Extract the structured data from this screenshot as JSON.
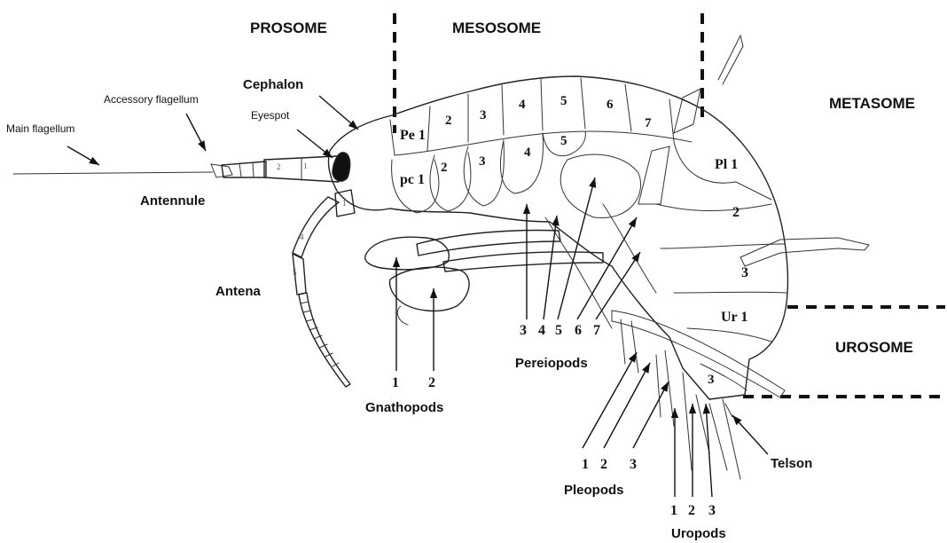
{
  "regions": {
    "prosome": "PROSOME",
    "mesosome": "MESOSOME",
    "metasome": "METASOME",
    "urosome": "UROSOME"
  },
  "labels": {
    "cephalon": "Cephalon",
    "eyespot": "Eyespot",
    "accessory_flagellum": "Accessory flagellum",
    "main_flagellum": "Main flagellum",
    "antennule": "Antennule",
    "antena": "Antena",
    "gnathopods": "Gnathopods",
    "pereiopods": "Pereiopods",
    "pleopods": "Pleopods",
    "uropods": "Uropods",
    "telson": "Telson"
  },
  "segments": {
    "pe1": "Pe 1",
    "pc1": "pc 1",
    "pl1": "Pl 1",
    "ur1": "Ur 1",
    "dorsal": [
      "2",
      "3",
      "4",
      "5",
      "6",
      "7"
    ],
    "coxa": [
      "2",
      "3",
      "4",
      "5"
    ],
    "pleon": [
      "2",
      "3"
    ],
    "uro3": "3"
  },
  "numbers": {
    "gnathopods": [
      "1",
      "2"
    ],
    "pereiopods": [
      "3",
      "4",
      "5",
      "6",
      "7"
    ],
    "pleopods": [
      "1",
      "2",
      "3"
    ],
    "uropods": [
      "1",
      "2",
      "3"
    ]
  },
  "appendage_marks": {
    "antennule": [
      "2",
      "1"
    ],
    "antenna": [
      "1",
      "4",
      "5"
    ]
  }
}
